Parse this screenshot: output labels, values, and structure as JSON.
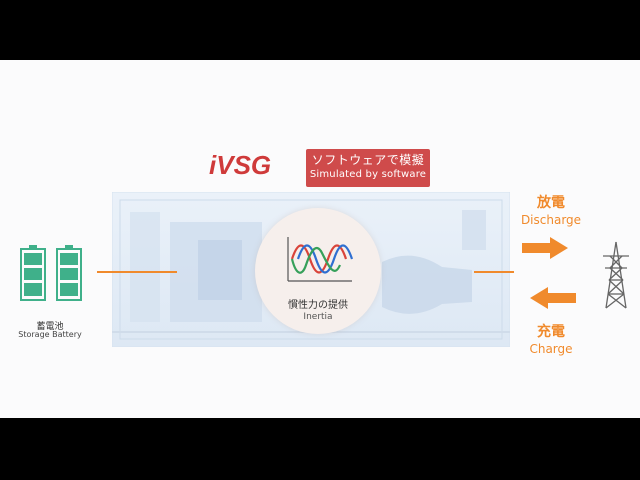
{
  "logo": {
    "text": "iVSG",
    "color": "#cf3a3a"
  },
  "software_tag": {
    "jp": "ソフトウェアで模擬",
    "en": "Simulated by software",
    "color": "#cf4b4b"
  },
  "center": {
    "jp": "慣性力の提供",
    "en": "Inertia",
    "icon": "sine-wave-chart-icon"
  },
  "battery": {
    "jp": "蓄電池",
    "en": "Storage Battery",
    "icon": "battery-icon",
    "color": "#3fb08a"
  },
  "discharge": {
    "jp": "放電",
    "en": "Discharge"
  },
  "charge": {
    "jp": "充電",
    "en": "Charge"
  },
  "grid": {
    "icon": "transmission-tower-icon"
  },
  "accent_color": "#f08a2c"
}
